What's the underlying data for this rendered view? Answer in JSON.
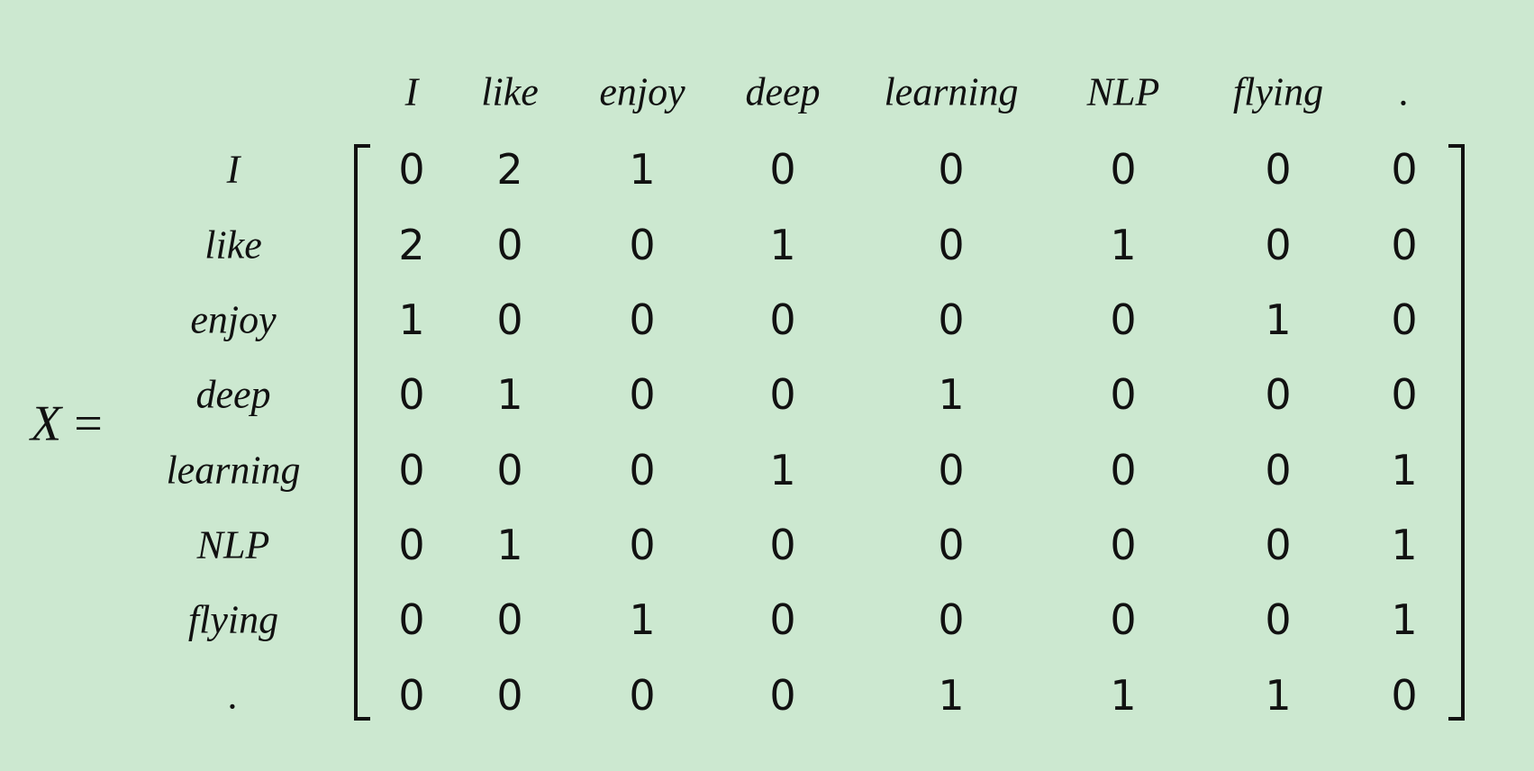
{
  "equation": {
    "variable": "X",
    "equals": "="
  },
  "matrix": {
    "column_labels": [
      "I",
      "like",
      "enjoy",
      "deep",
      "learning",
      "NLP",
      "flying",
      "."
    ],
    "row_labels": [
      "I",
      "like",
      "enjoy",
      "deep",
      "learning",
      "NLP",
      "flying",
      "."
    ],
    "values": [
      [
        0,
        2,
        1,
        0,
        0,
        0,
        0,
        0
      ],
      [
        2,
        0,
        0,
        1,
        0,
        1,
        0,
        0
      ],
      [
        1,
        0,
        0,
        0,
        0,
        0,
        1,
        0
      ],
      [
        0,
        1,
        0,
        0,
        1,
        0,
        0,
        0
      ],
      [
        0,
        0,
        0,
        1,
        0,
        0,
        0,
        1
      ],
      [
        0,
        1,
        0,
        0,
        0,
        0,
        0,
        1
      ],
      [
        0,
        0,
        1,
        0,
        0,
        0,
        0,
        1
      ],
      [
        0,
        0,
        0,
        0,
        1,
        1,
        1,
        0
      ]
    ]
  }
}
